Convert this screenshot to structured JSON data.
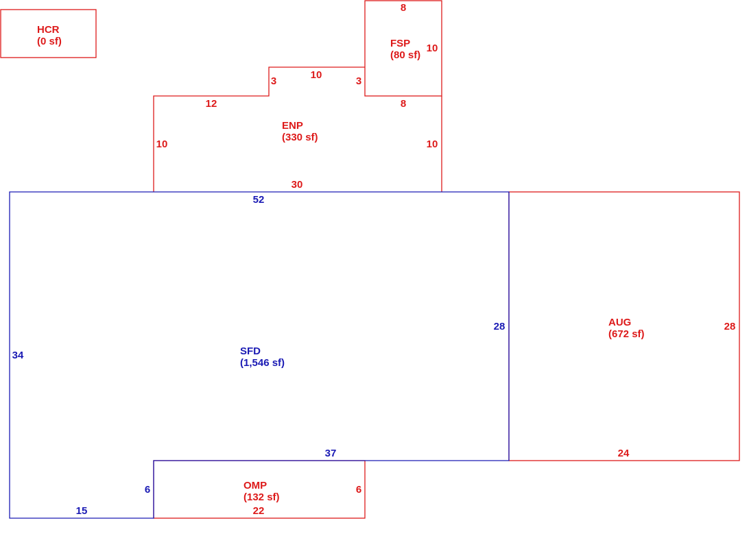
{
  "colors": {
    "living": "#1a1ab4",
    "other": "#dd1a1a",
    "background": "#ffffff"
  },
  "areas": {
    "hcr": {
      "code": "HCR",
      "size": "(0 sf)"
    },
    "fsp": {
      "code": "FSP",
      "size": "(80 sf)"
    },
    "enp": {
      "code": "ENP",
      "size": "(330 sf)"
    },
    "sfd": {
      "code": "SFD",
      "size": "(1,546 sf)"
    },
    "aug": {
      "code": "AUG",
      "size": "(672 sf)"
    },
    "omp": {
      "code": "OMP",
      "size": "(132 sf)"
    }
  },
  "dimensions": {
    "fsp_top": "8",
    "fsp_right": "10",
    "fsp_bottom": "8",
    "enp_step_left": "3",
    "enp_top": "10",
    "enp_step_right": "3",
    "enp_left_top": "12",
    "enp_left": "10",
    "enp_right": "10",
    "enp_bottom": "30",
    "sfd_top": "52",
    "sfd_left": "34",
    "sfd_right": "28",
    "sfd_bottom_right": "37",
    "sfd_notch": "6",
    "sfd_bottom_left": "15",
    "aug_right": "28",
    "aug_bottom": "24",
    "omp_right": "6",
    "omp_bottom": "22"
  }
}
